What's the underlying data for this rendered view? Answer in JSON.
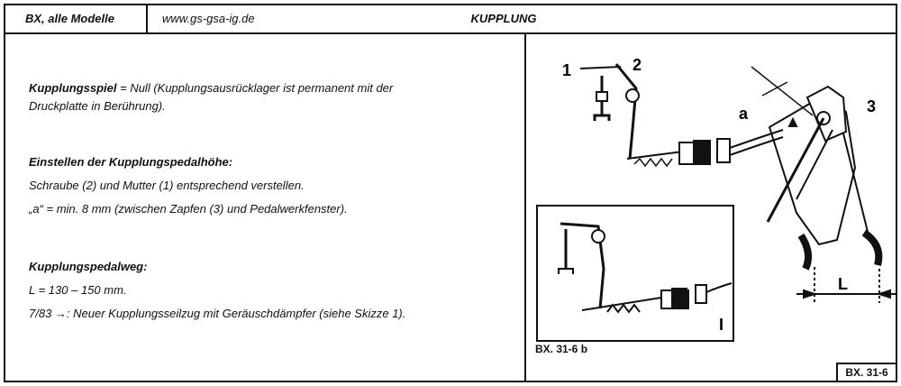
{
  "header": {
    "model": "BX, alle Modelle",
    "url": "www.gs-gsa-ig.de",
    "title": "KUPPLUNG"
  },
  "content": {
    "spiel_label": "Kupplungsspiel",
    "spiel_text_1": " = Null (Kupplungsausrücklager ist permanent mit der",
    "spiel_text_2": "Druckplatte in Berührung).",
    "hoehe_heading": "Einstellen der Kupplungspedalhöhe:",
    "hoehe_line_1": "Schraube (2) und Mutter (1) entsprechend verstellen.",
    "hoehe_line_2": "„a“ = min. 8 mm (zwischen Zapfen (3) und Pedalwerkfenster).",
    "weg_heading": "Kupplungspedalweg:",
    "weg_line_1": "L = 130 – 150 mm.",
    "weg_line_2": "7/83 →: Neuer Kupplungsseilzug mit Geräuschdämpfer (siehe Skizze 1)."
  },
  "figure": {
    "labels": {
      "n1": "1",
      "n2": "2",
      "n3": "3",
      "a": "a",
      "L": "L",
      "inset": "I"
    },
    "inset_caption": "BX. 31-6 b",
    "page_ref": "BX. 31-6"
  }
}
